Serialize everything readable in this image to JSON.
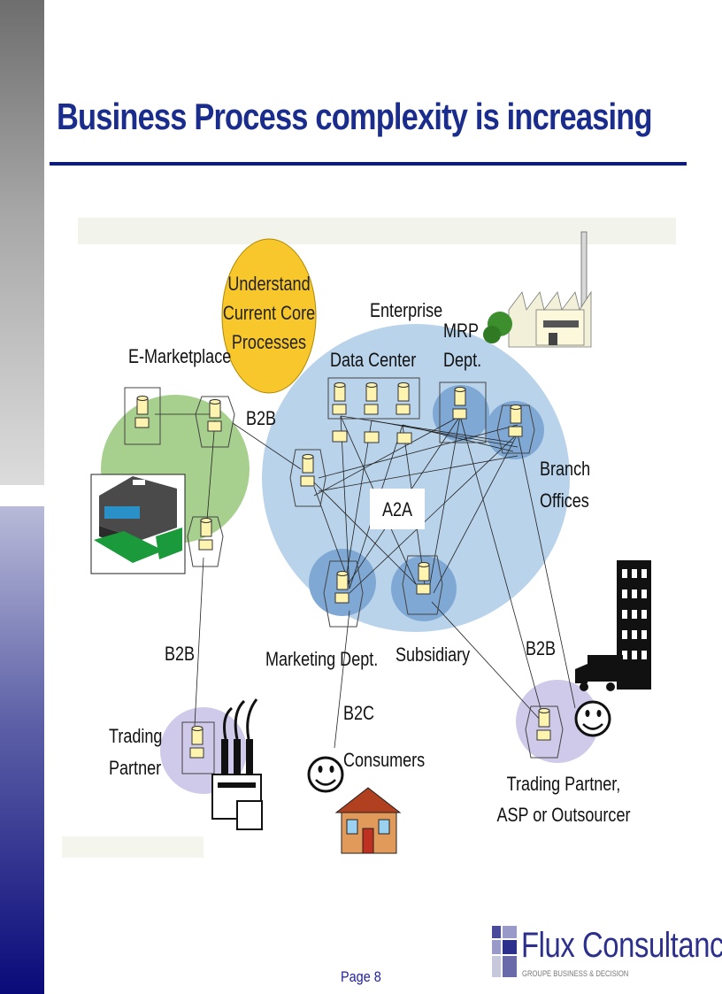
{
  "title": "Business Process complexity is increasing",
  "page": "Page 8",
  "logo": {
    "name": "Flux Consultancy",
    "tagline": "GROUPE BUSINESS & DECISION"
  },
  "diagram": {
    "callout": [
      "Understand",
      "Current Core",
      "Processes"
    ],
    "enterprise": "Enterprise",
    "data_center": "Data Center",
    "mrp": [
      "MRP",
      "Dept."
    ],
    "e_marketplace": "E-Marketplace",
    "b2b_top": "B2B",
    "branch": [
      "Branch",
      "Offices"
    ],
    "a2a": "A2A",
    "marketing": "Marketing Dept.",
    "subsidiary": "Subsidiary",
    "b2b_left": "B2B",
    "b2b_right": "B2B",
    "b2c": "B2C",
    "consumers": "Consumers",
    "trading_partner": [
      "Trading",
      "Partner"
    ],
    "trading_asp": [
      "Trading Partner,",
      "ASP or Outsourcer"
    ]
  }
}
